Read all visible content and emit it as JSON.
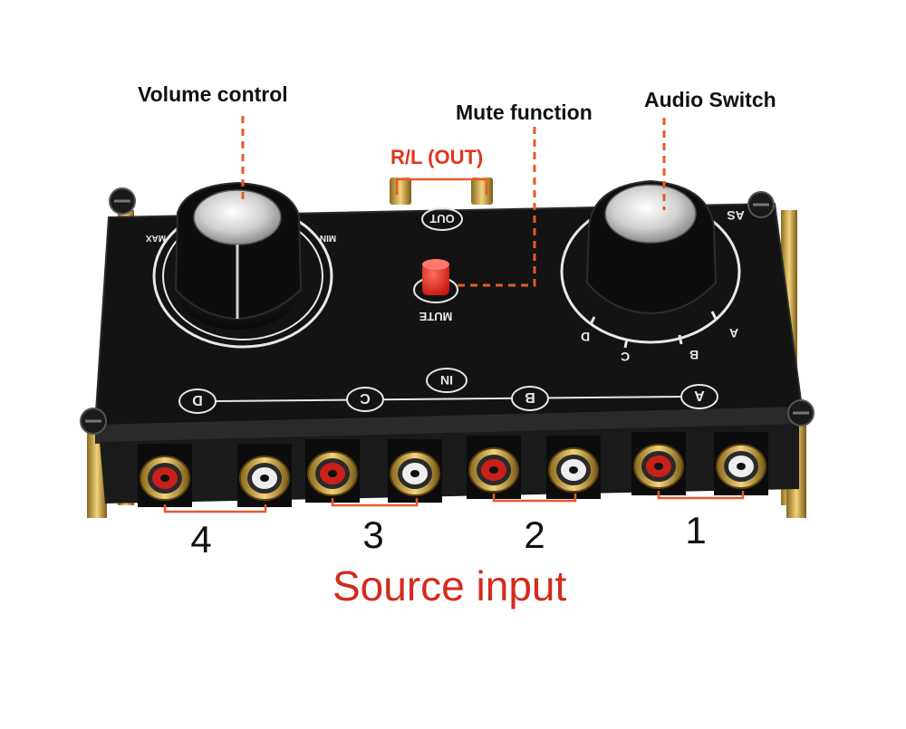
{
  "callouts": {
    "volume": "Volume control",
    "mute": "Mute function",
    "audio_switch": "Audio Switch",
    "output": "R/L (OUT)"
  },
  "panel": {
    "out_label": "OUT",
    "in_label": "IN",
    "mute_label": "MUTE",
    "max_label": "MAX",
    "min_label": "MIN",
    "as_label": "AS",
    "channel_letters": [
      "D",
      "C",
      "B",
      "A"
    ],
    "selector_letters": [
      "D",
      "C",
      "B",
      "A"
    ]
  },
  "ports": [
    "4",
    "3",
    "2",
    "1"
  ],
  "source_input": "Source input",
  "colors": {
    "callout_line": "#e65a2a",
    "callout_red_text": "#e0361c",
    "source_text": "#d42a1c",
    "panel": "#121212",
    "mute_button": "#e52a20"
  },
  "icons": [
    "screw-icon",
    "knob-icon",
    "rca-jack-icon"
  ]
}
